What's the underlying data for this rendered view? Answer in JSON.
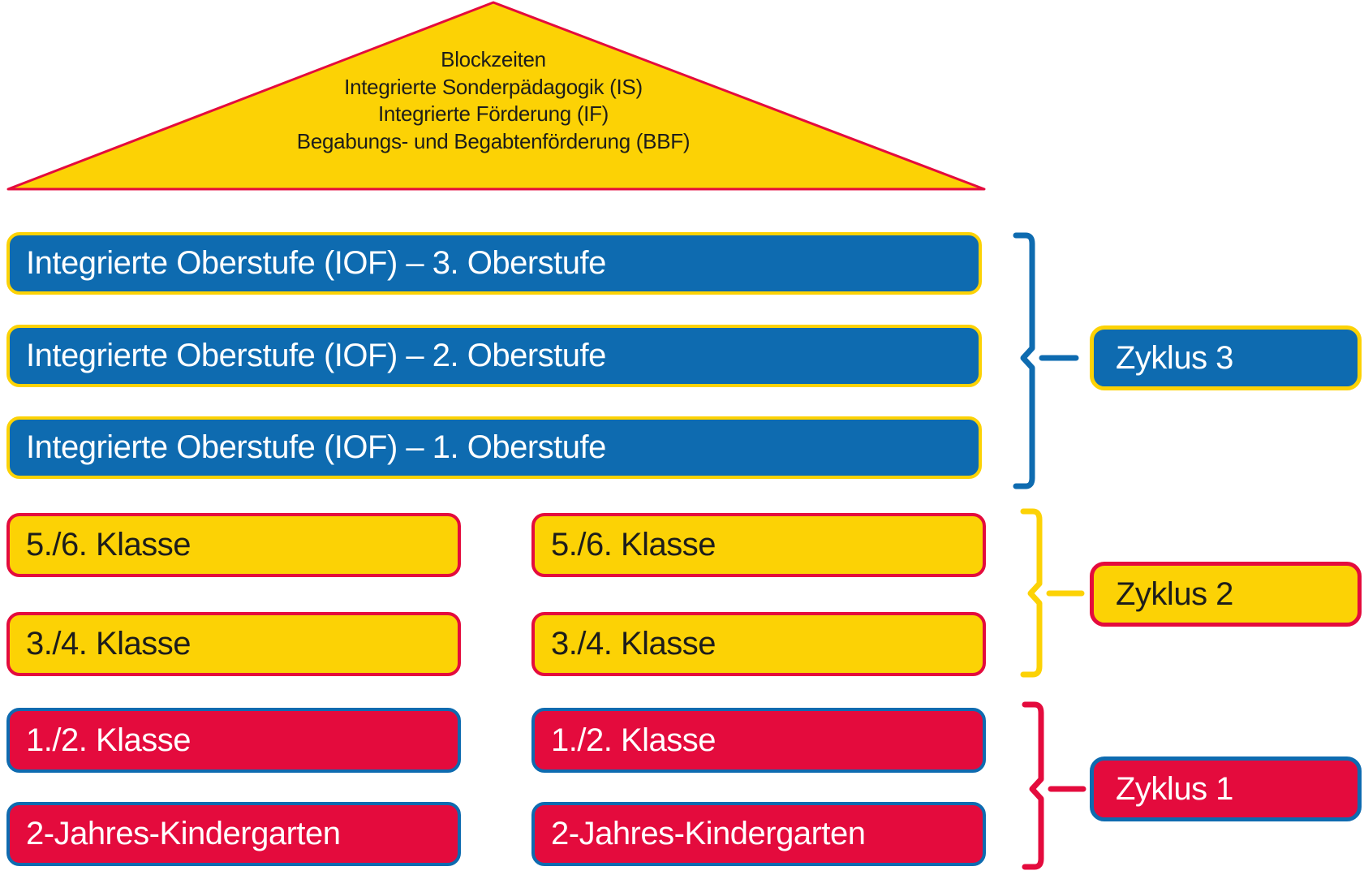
{
  "colors": {
    "blue": "#0e6bb0",
    "yellow": "#fcd205",
    "red": "#e40b3d",
    "dark": "#1d1d1b",
    "white": "#ffffff"
  },
  "roof": {
    "lines": [
      "Blockzeiten",
      "Integrierte Sonderpädagogik (IS)",
      "Integrierte Förderung (IF)",
      "Begabungs- und Begabtenförderung (BBF)"
    ]
  },
  "oberstufe": {
    "bar3": "Integrierte Oberstufe (IOF) – 3. Oberstufe",
    "bar2": "Integrierte Oberstufe (IOF) – 2. Oberstufe",
    "bar1": "Integrierte Oberstufe (IOF) – 1. Oberstufe"
  },
  "klassen": {
    "row56": {
      "left": "5./6. Klasse",
      "right": "5./6. Klasse"
    },
    "row34": {
      "left": "3./4. Klasse",
      "right": "3./4. Klasse"
    },
    "row12": {
      "left": "1./2. Klasse",
      "right": "1./2. Klasse"
    },
    "rowkg": {
      "left": "2-Jahres-Kindergarten",
      "right": "2-Jahres-Kindergarten"
    }
  },
  "cycles": {
    "zyklus3": "Zyklus 3",
    "zyklus2": "Zyklus 2",
    "zyklus1": "Zyklus 1"
  }
}
